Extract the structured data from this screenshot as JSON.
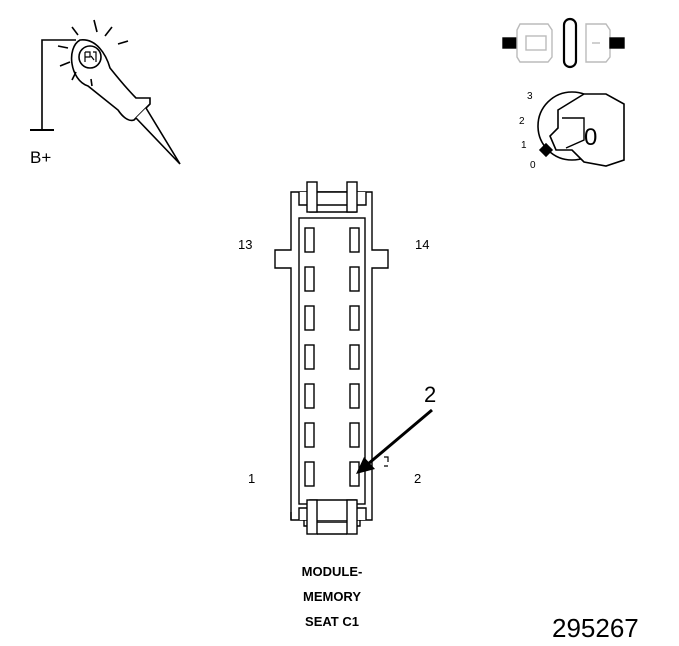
{
  "test_lamp": {
    "supply_label": "B+"
  },
  "ignition": {
    "positions": [
      "3",
      "2",
      "1",
      "0"
    ],
    "key_label": "0"
  },
  "connector": {
    "pin_labels": {
      "top_left": "13",
      "top_right": "14",
      "bottom_left": "1",
      "bottom_right": "2"
    },
    "callout_label": "2",
    "name_lines": [
      "MODULE-",
      "MEMORY",
      "SEAT C1"
    ]
  },
  "figure_number": "295267"
}
